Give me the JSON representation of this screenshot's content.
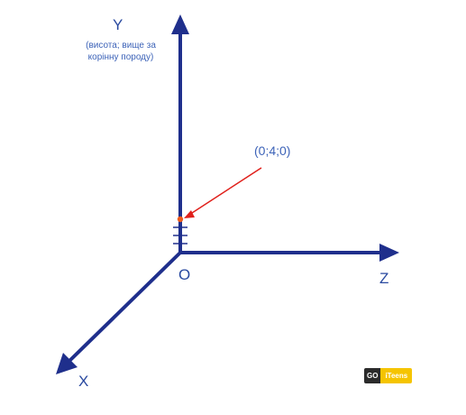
{
  "labels": {
    "y_axis": "Y",
    "y_axis_note_line1": "(висота; вище за",
    "y_axis_note_line2": "корінну породу)",
    "z_axis": "Z",
    "x_axis": "X",
    "origin": "O",
    "point": "(0;4;0)"
  },
  "logo": {
    "part1": "GO",
    "part2": "iTeens"
  },
  "colors": {
    "axis": "#1f2f8c",
    "label": "#2a4aa0",
    "point": "#ef5a1a",
    "pointer": "#e0201b",
    "logo_dark": "#2b2b2b",
    "logo_yellow": "#f5c400"
  }
}
